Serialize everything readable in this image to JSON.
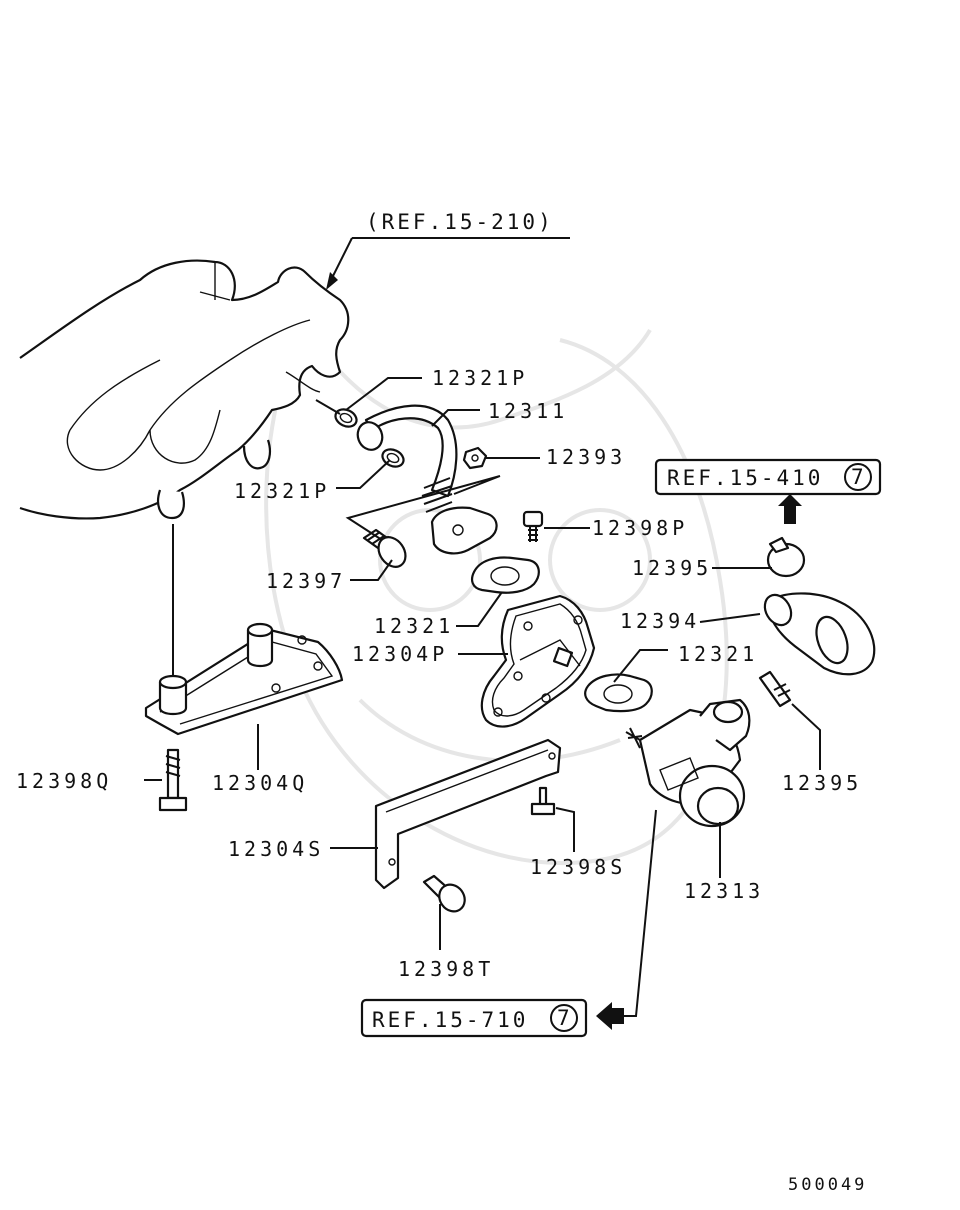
{
  "references": {
    "top": "(REF.15-210)",
    "right": "REF.15-410",
    "right_circle": "7",
    "bottom": "REF.15-710",
    "bottom_circle": "7"
  },
  "labels": {
    "p12321P_top": "12321P",
    "p12311": "12311",
    "p12393": "12393",
    "p12321P_left": "12321P",
    "p12398P": "12398P",
    "p12397": "12397",
    "p12395_top": "12395",
    "p12321_a": "12321",
    "p12394": "12394",
    "p12304P": "12304P",
    "p12321_b": "12321",
    "p12398Q": "12398Q",
    "p12304Q": "12304Q",
    "p12395_bottom": "12395",
    "p12304S": "12304S",
    "p12398S": "12398S",
    "p12313": "12313",
    "p12398T": "12398T"
  },
  "diagram_code": "500049"
}
